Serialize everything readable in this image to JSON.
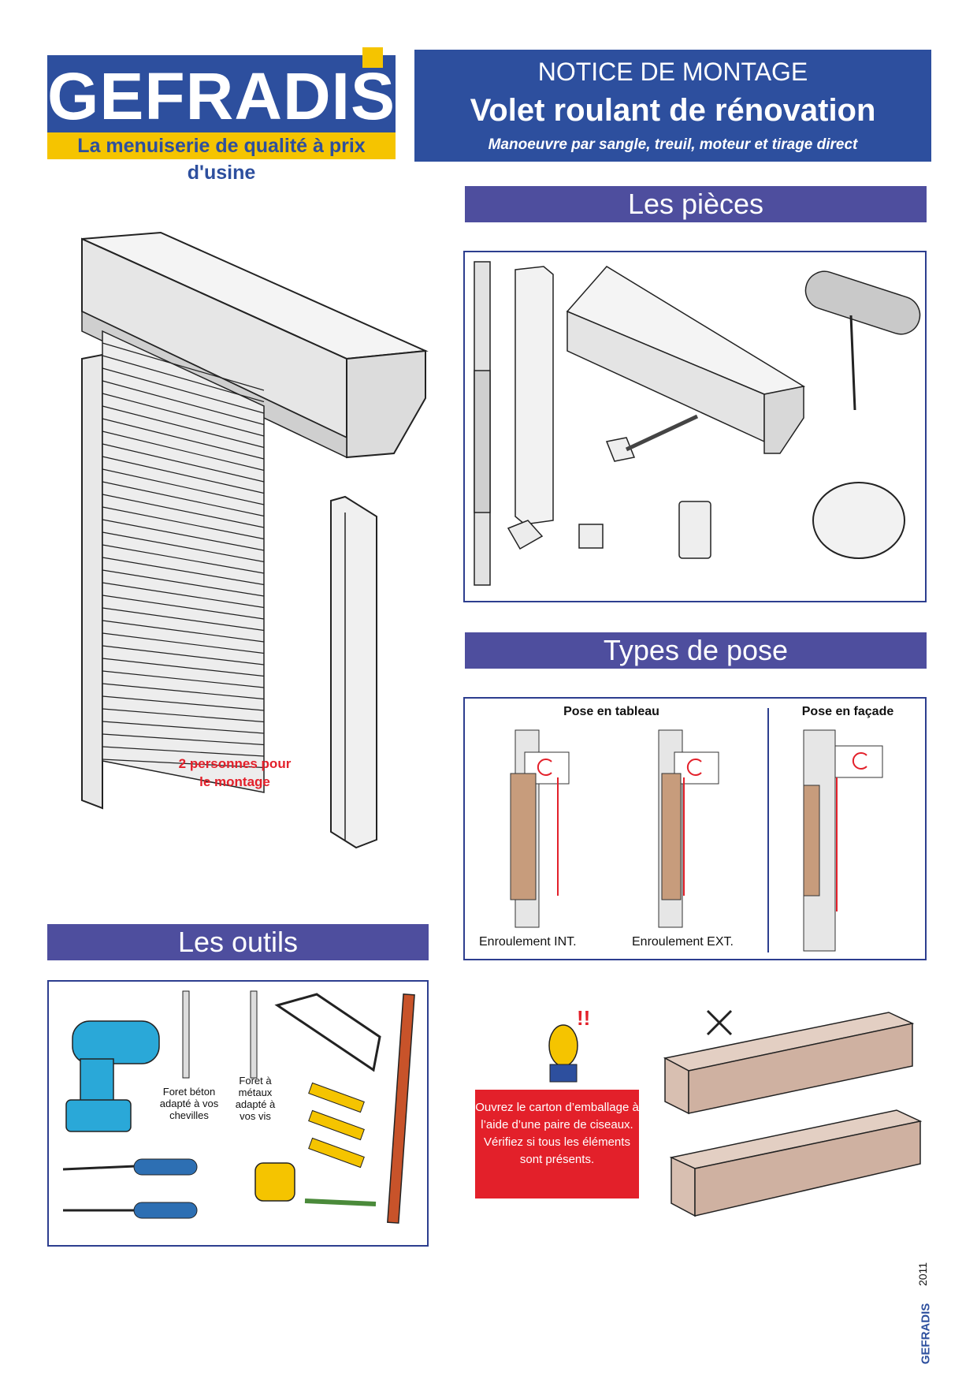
{
  "header": {
    "logo_text": "GEFRADIS",
    "logo_tagline": "La menuiserie de qualité à prix d'usine",
    "subtitle_top": "NOTICE DE MONTAGE",
    "title": "Volet roulant de rénovation",
    "subtitle": "Manoeuvre par sangle, treuil, moteur et tirage direct"
  },
  "sections": {
    "pieces": "Les pièces",
    "pose": "Types de pose",
    "outils": "Les outils"
  },
  "pose": {
    "tableau_label": "Pose en tableau",
    "facade_label": "Pose en façade",
    "int_label": "Enroulement INT.",
    "ext_label": "Enroulement EXT."
  },
  "tools": {
    "foret_beton": "Foret béton adapté à vos chevilles",
    "foret_metaux": "Foret à métaux adapté à vos vis"
  },
  "montage_note": "2 personnes pour le montage",
  "notice_text": "Ouvrez le carton d’emballage à l’aide d’une paire de ciseaux. Vérifiez si tous les éléments sont présents.",
  "footer": {
    "year": "2011",
    "brand": "GEFRADIS"
  },
  "colors": {
    "brand_blue": "#2d4f9e",
    "band": "#4e4e9e",
    "yellow": "#f5c400",
    "red": "#e3202a"
  }
}
